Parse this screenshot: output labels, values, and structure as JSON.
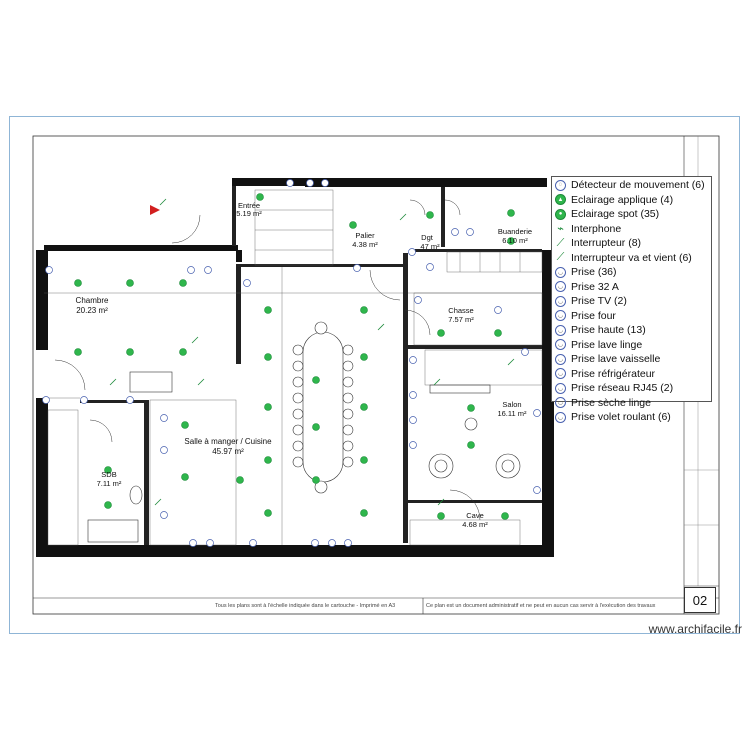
{
  "plan": {
    "rooms": [
      {
        "name": "Entrée",
        "area": "5.19 m²"
      },
      {
        "name": "Palier",
        "area": "4.38 m²"
      },
      {
        "name": "Dgt",
        "area": "47 m²"
      },
      {
        "name": "Buanderie",
        "area": "6.10 m²"
      },
      {
        "name": "Chambre",
        "area": "20.23 m²"
      },
      {
        "name": "Chasse",
        "area": "7.57 m²"
      },
      {
        "name": "Salon",
        "area": "16.11 m²"
      },
      {
        "name": "Salle à manger / Cuisine",
        "area": "45.97 m²"
      },
      {
        "name": "SDB",
        "area": "7.11 m²"
      },
      {
        "name": "Cave",
        "area": "4.68 m²"
      }
    ]
  },
  "legend": {
    "items": [
      {
        "label": "Détecteur de mouvement (6)",
        "icon": "motion-detector-icon",
        "style": "plain"
      },
      {
        "label": "Eclairage applique (4)",
        "icon": "wall-light-icon",
        "style": "green"
      },
      {
        "label": "Eclairage spot (35)",
        "icon": "spot-light-icon",
        "style": "green"
      },
      {
        "label": "Interphone",
        "icon": "intercom-icon",
        "style": "switch"
      },
      {
        "label": "Interrupteur (8)",
        "icon": "switch-icon",
        "style": "switch"
      },
      {
        "label": "Interrupteur va et vient (6)",
        "icon": "two-way-switch-icon",
        "style": "switch"
      },
      {
        "label": "Prise (36)",
        "icon": "outlet-icon",
        "style": "plain"
      },
      {
        "label": "Prise 32 A",
        "icon": "outlet-32a-icon",
        "style": "plain"
      },
      {
        "label": "Prise TV (2)",
        "icon": "tv-outlet-icon",
        "style": "plain"
      },
      {
        "label": "Prise four",
        "icon": "oven-outlet-icon",
        "style": "plain"
      },
      {
        "label": "Prise haute (13)",
        "icon": "high-outlet-icon",
        "style": "plain"
      },
      {
        "label": "Prise lave linge",
        "icon": "washer-outlet-icon",
        "style": "plain"
      },
      {
        "label": "Prise lave vaisselle",
        "icon": "dishwasher-outlet-icon",
        "style": "plain"
      },
      {
        "label": "Prise réfrigérateur",
        "icon": "fridge-outlet-icon",
        "style": "plain"
      },
      {
        "label": "Prise réseau RJ45 (2)",
        "icon": "rj45-outlet-icon",
        "style": "plain"
      },
      {
        "label": "Prise sèche linge",
        "icon": "dryer-outlet-icon",
        "style": "plain"
      },
      {
        "label": "Prise volet roulant (6)",
        "icon": "shutter-outlet-icon",
        "style": "plain"
      }
    ]
  },
  "footer": {
    "left_note": "Tous les plans sont à l'échelle indiquée dans le cartouche - Imprimé en A3",
    "right_note": "Ce plan est un document administratif et ne peut en aucun cas servir à l'exécution des travaux",
    "sheet_number": "02",
    "watermark": "www.archifacile.fr"
  },
  "colors": {
    "wall": "#111111",
    "light": "#2fb64c",
    "outlet": "#4a62b0",
    "frame": "#8fb5d6"
  }
}
